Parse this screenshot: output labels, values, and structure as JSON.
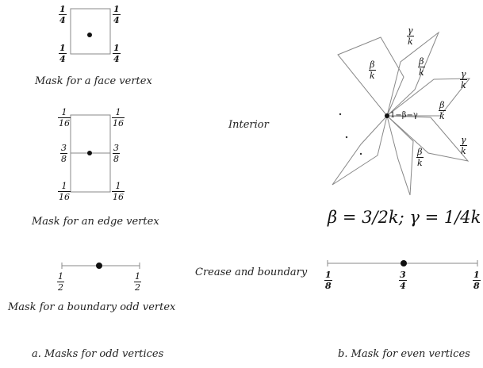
{
  "face_mask": {
    "caption": "Mask for a face vertex",
    "weights": [
      {
        "num": "1",
        "den": "4"
      },
      {
        "num": "1",
        "den": "4"
      },
      {
        "num": "1",
        "den": "4"
      },
      {
        "num": "1",
        "den": "4"
      }
    ]
  },
  "edge_mask": {
    "caption": "Mask for an edge vertex",
    "weights": [
      {
        "num": "1",
        "den": "16"
      },
      {
        "num": "1",
        "den": "16"
      },
      {
        "num": "3",
        "den": "8"
      },
      {
        "num": "3",
        "den": "8"
      },
      {
        "num": "1",
        "den": "16"
      },
      {
        "num": "1",
        "den": "16"
      }
    ]
  },
  "boundary_odd_mask": {
    "caption": "Mask for a boundary odd  vertex",
    "weights": [
      {
        "num": "1",
        "den": "2"
      },
      {
        "num": "1",
        "den": "2"
      }
    ]
  },
  "interior_label": "Interior",
  "crease_label": "Crease and boundary",
  "star": {
    "center_label": "1−β−γ",
    "beta": {
      "num": "β",
      "den": "k"
    },
    "gamma": {
      "num": "γ",
      "den": "k"
    }
  },
  "formula": "β = 3/2k; γ = 1/4k",
  "even_boundary": {
    "weights": [
      {
        "num": "1",
        "den": "8"
      },
      {
        "num": "3",
        "den": "4"
      },
      {
        "num": "1",
        "den": "8"
      }
    ]
  },
  "captions": {
    "odd": "a. Masks for odd vertices",
    "even": "b. Mask for even vertices"
  }
}
